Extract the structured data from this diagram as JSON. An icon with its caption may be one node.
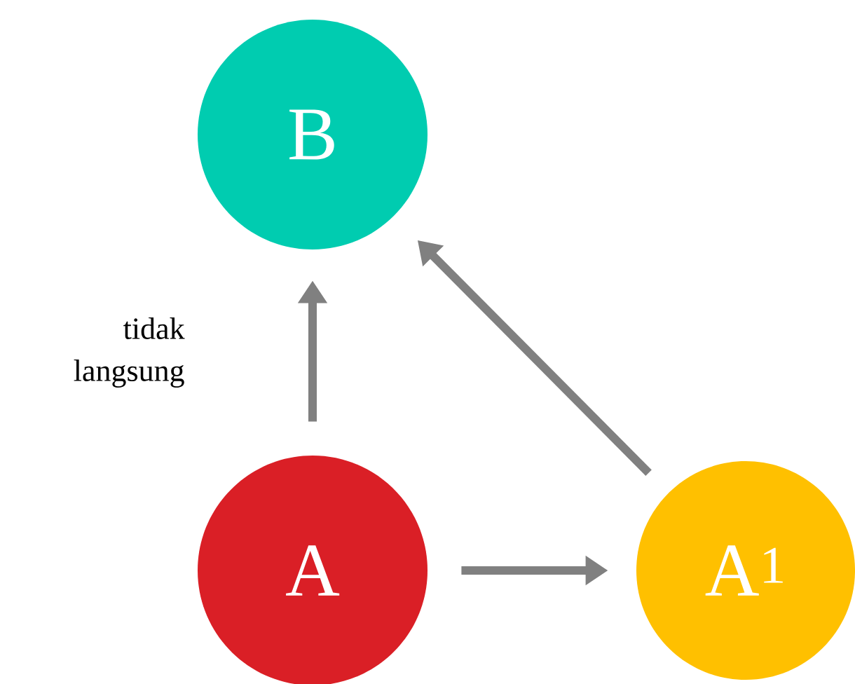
{
  "diagram": {
    "nodes": [
      {
        "text": [
          "B"
        ]
      },
      {
        "text": [
          "A"
        ]
      },
      {
        "text": [
          "A$^{1}$"
        ]
      }
    ],
    "edges": [
      {
        "from": 1,
        "to": 0,
        "arrow": "to",
        "label": "tidak langsung"
      },
      {
        "from": 1,
        "to": 2,
        "arrow": "to"
      },
      {
        "from": 2,
        "to": 0,
        "arrow": "to"
      }
    ]
  }
}
